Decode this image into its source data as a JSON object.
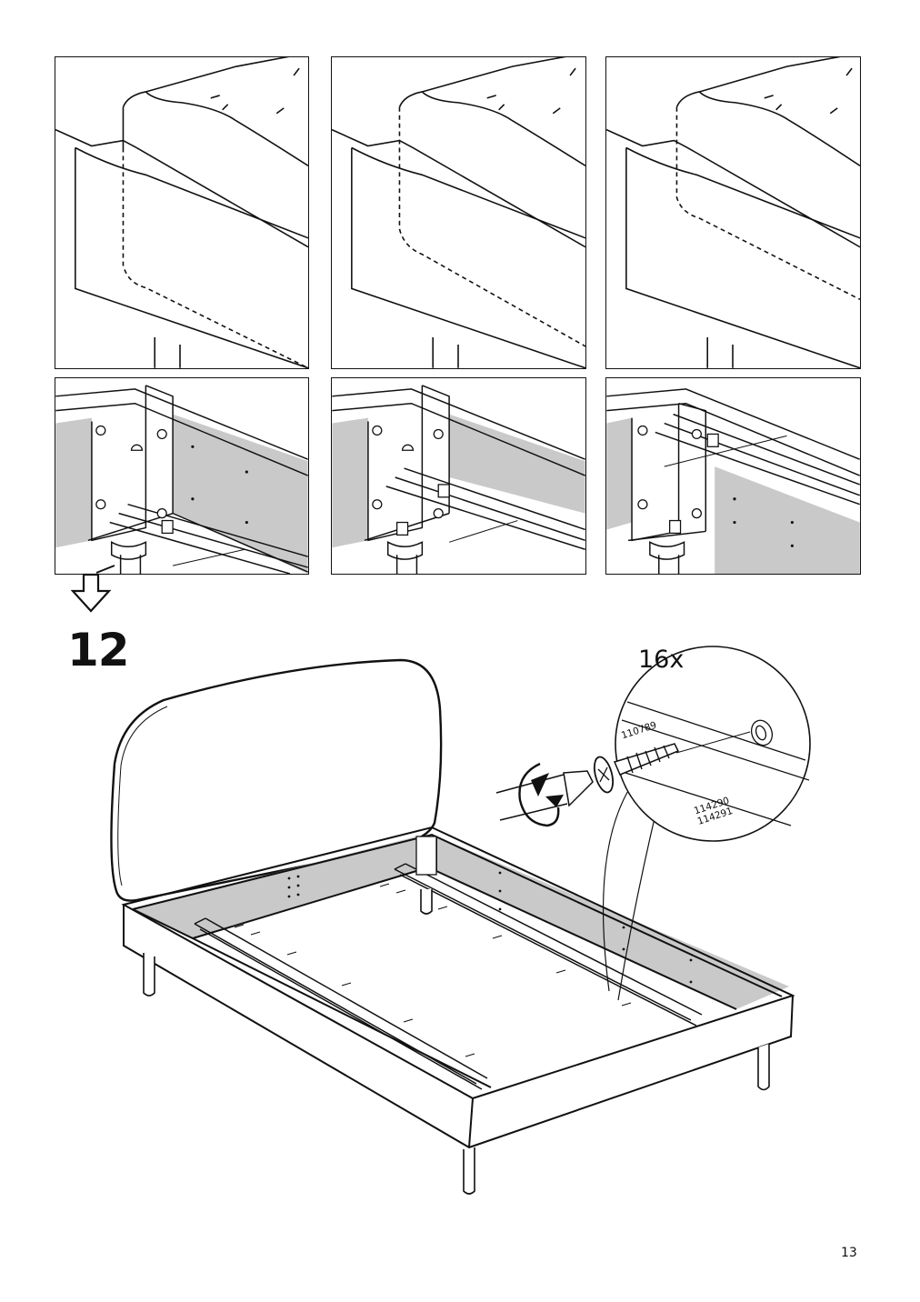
{
  "step": {
    "number": "12"
  },
  "hardware": {
    "quantity": "16x",
    "screw_part": "110789",
    "rail_parts": [
      "114290",
      "114291"
    ]
  },
  "icons": {
    "arrow": "down-arrow-icon",
    "rotate": "rotate-clockwise-icon",
    "screw": "screw-icon",
    "screwdriver": "screwdriver-icon"
  },
  "colors": {
    "line": "#111111",
    "fill_gray": "#c9c9c9",
    "background": "#ffffff"
  },
  "page": {
    "number": "13"
  }
}
